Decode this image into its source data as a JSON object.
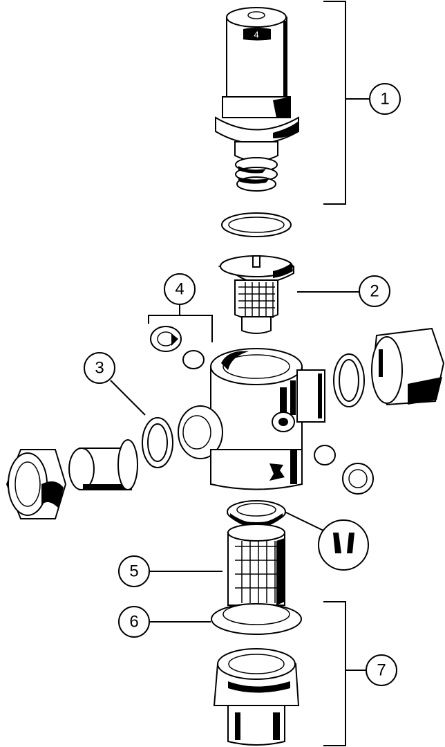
{
  "diagram": {
    "dial_value": "4",
    "callouts": [
      {
        "id": "callout-1",
        "label": "1"
      },
      {
        "id": "callout-2",
        "label": "2"
      },
      {
        "id": "callout-3",
        "label": "3"
      },
      {
        "id": "callout-4",
        "label": "4"
      },
      {
        "id": "callout-5",
        "label": "5"
      },
      {
        "id": "callout-6",
        "label": "6"
      },
      {
        "id": "callout-7",
        "label": "7"
      }
    ]
  }
}
